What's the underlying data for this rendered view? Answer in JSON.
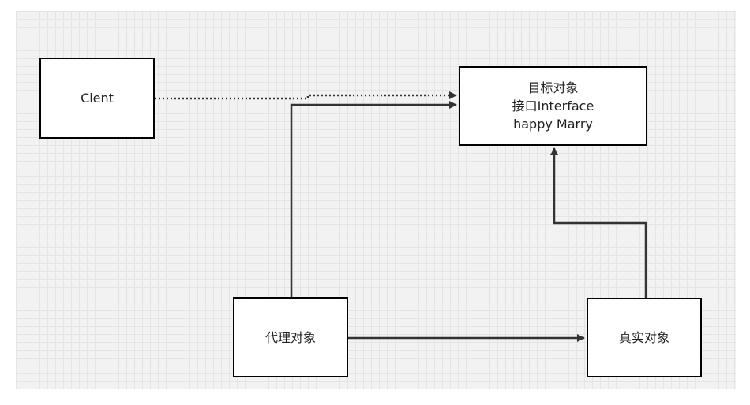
{
  "diagram": {
    "nodes": {
      "client": {
        "label": "Clent"
      },
      "target": {
        "lines": [
          "目标对象",
          "接口Interface",
          "happy Marry"
        ]
      },
      "proxy": {
        "label": "代理对象"
      },
      "real": {
        "label": "真实对象"
      }
    },
    "edges": [
      {
        "from": "client",
        "to": "target",
        "style": "dotted"
      },
      {
        "from": "proxy",
        "to": "target",
        "style": "solid"
      },
      {
        "from": "proxy",
        "to": "real",
        "style": "solid"
      },
      {
        "from": "real",
        "to": "target",
        "style": "solid"
      }
    ],
    "colors": {
      "stroke": "#000000",
      "edge": "#333333",
      "grid_background": "#f2f2f2"
    }
  }
}
